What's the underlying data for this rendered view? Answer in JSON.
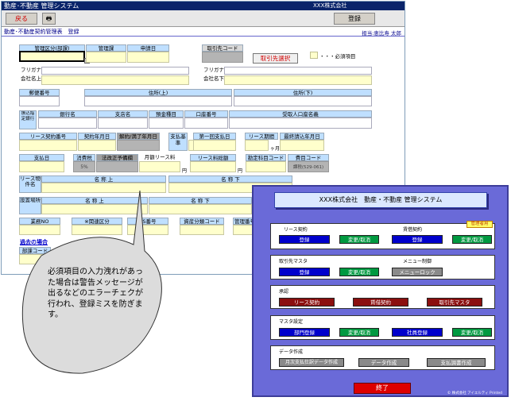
{
  "form": {
    "window_title": "動産･不動産 管理システム",
    "company": "XXX株式会社",
    "back_label": "戻る",
    "print_label": "🖶",
    "register_label": "登録",
    "screen_name": "動産･不動産契約管理表　登録",
    "operator": "担当:恵比寿 太郎",
    "labels": {
      "dept_code": "管理区分(部課)",
      "section": "管理課",
      "apply_date": "申請日",
      "customer_code": "取引先コード",
      "customer_select": "取引先選択",
      "required_legend": "・・・必須項目",
      "furigana1": "フリガナ",
      "company_name": "会社名上",
      "furigana2": "フリガナ",
      "company_name2": "会社名下",
      "postal": "郵便番号",
      "address_upper": "住所(上)",
      "address_lower": "住所(下)",
      "transfer": "振込指定銀行",
      "bank_name": "銀行名",
      "branch_name": "支店名",
      "account_type": "預金種目",
      "account_no": "口座番号",
      "payee": "受取人口座名義",
      "lease_no": "リース契約番号",
      "contract_date": "契約年月日",
      "cancel_date": "解約/満了年月日",
      "payment_basis": "支払基準",
      "first_payment": "第一回支払日",
      "lease_period": "リース期間",
      "months": "ヶ月",
      "last_payment": "最終請込年月日",
      "pay_day": "支払日",
      "tax": "消費税",
      "tax_rate": "5%",
      "tax_reform": "法改正予備欄",
      "monthly_fee": "月額リース料",
      "yen1": "円",
      "total_fee": "リース料総額",
      "yen2": "円",
      "account_code": "勘定科目コード",
      "expense_code": "費目コード",
      "expense_value": "課税(529-061)",
      "lease_property": "リース物件名",
      "name_upper": "名 称 上",
      "name_lower": "名 称 下",
      "install_location": "設置場所",
      "name_upper2": "名 称 上",
      "name_lower2": "名 称 下",
      "business_no": "業務NO",
      "related_category": "※関連区分",
      "ts_no": "TS番号",
      "asset_code": "資産分類コード",
      "mgmt_no": "管理番号",
      "history_link": "過去の場合",
      "dept_code2": "部課コード"
    }
  },
  "menu": {
    "title": "XXX株式会社　動産・不動産 管理システム",
    "admin_badge": "管理者用",
    "sections": {
      "lease": {
        "caption": "リース契約",
        "register": "登録",
        "edit": "変更/取消"
      },
      "rental": {
        "caption": "賃借契約",
        "register": "登録",
        "edit": "変更/取消"
      },
      "customer": {
        "caption": "取引先マスタ",
        "register": "登録",
        "edit": "変更/取消"
      },
      "menu_control": {
        "caption": "メニュー制御",
        "lock": "メニューロック"
      },
      "approval": {
        "caption": "承認",
        "lease": "リース契約",
        "rental": "賃借契約",
        "customer": "取引先マスタ"
      },
      "master_settings": {
        "caption": "マスタ設定",
        "dept_register": "部門登録",
        "dept_edit": "変更/取消",
        "staff_register": "社員登録",
        "staff_edit": "変更/取消"
      },
      "data_creation": {
        "caption": "データ作成",
        "monthly_payment": "月次支払仕訳データ作成",
        "data_create": "データ作成",
        "payment_summary": "支払調書作成"
      }
    },
    "exit_label": "終了",
    "copyright": "© 株式会社 アイエルティ Printed"
  },
  "callout": {
    "text": "必須項目の入力洩れがあった場合は警告メッセージが出るなどのエラーチェクが行われ、登録ミスを防ぎます。"
  },
  "colors": {
    "title_bar": "#0a246a",
    "label_bg": "#bfdfff",
    "required_bg": "#ffffcc",
    "menu_bg": "#6a6ad8",
    "button_blue": "#0000cc",
    "button_green": "#009940",
    "button_maroon": "#8b0f0f",
    "exit_red": "#dd0000"
  }
}
